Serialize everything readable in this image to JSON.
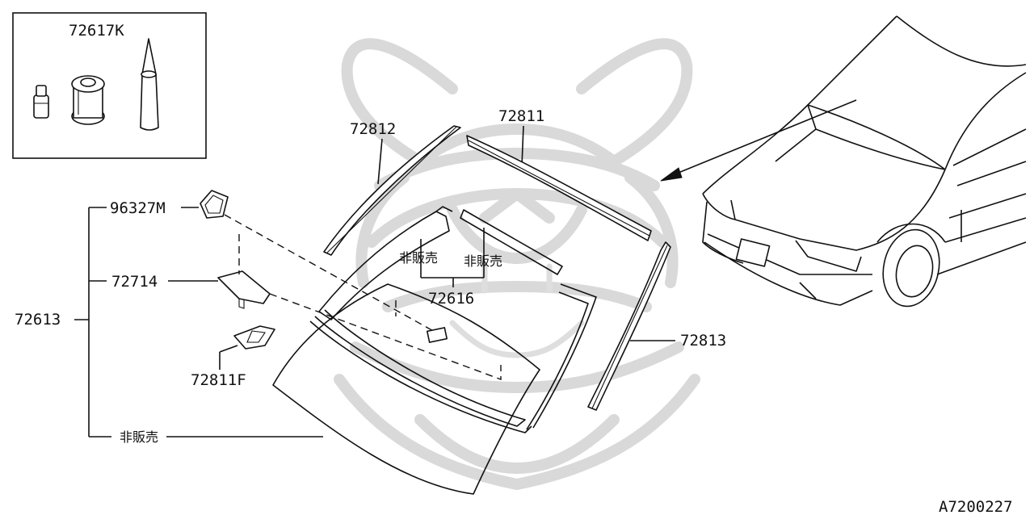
{
  "diagram": {
    "code": "A7200227",
    "labels": {
      "kit": "72617K",
      "molding_left": "72812",
      "molding_top": "72811",
      "molding_right": "72813",
      "mirror_cover": "96327M",
      "mirror_base": "72714",
      "assembly": "72613",
      "bracket": "72811F",
      "dam_group": "72616",
      "not_for_sale_1": "非販売",
      "not_for_sale_2": "非販売",
      "not_for_sale_3": "非販売"
    }
  }
}
